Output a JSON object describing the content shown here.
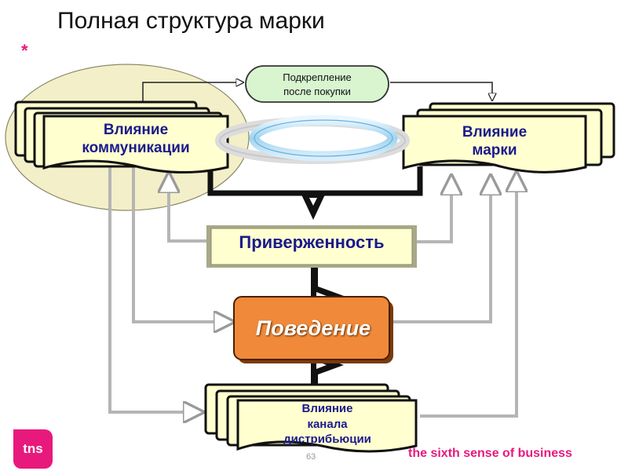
{
  "title": "Полная структура марки",
  "star": "*",
  "nodes": {
    "communication": {
      "line1": "Влияние",
      "line2": "коммуникации"
    },
    "post_purchase": {
      "line1": "Подкрепление",
      "line2": "после покупки"
    },
    "brand": {
      "line1": "Влияние",
      "line2": "марки"
    },
    "commitment": {
      "label": "Приверженность"
    },
    "behavior": {
      "label": "Поведение"
    },
    "distribution": {
      "line1": "Влияние",
      "line2": "канала",
      "line3": "дистрибьюции"
    }
  },
  "footer": {
    "page_number": "63",
    "tagline": "the sixth sense of business",
    "logo_text": "tns"
  },
  "colors": {
    "accent": "#e8197c",
    "box_fill": "#ffffd0",
    "text_blue": "#1a1a8c",
    "behavior_fill": "#f08a3a",
    "pill_fill": "#d8f5d0",
    "connector_gray": "#b5b5b5"
  }
}
